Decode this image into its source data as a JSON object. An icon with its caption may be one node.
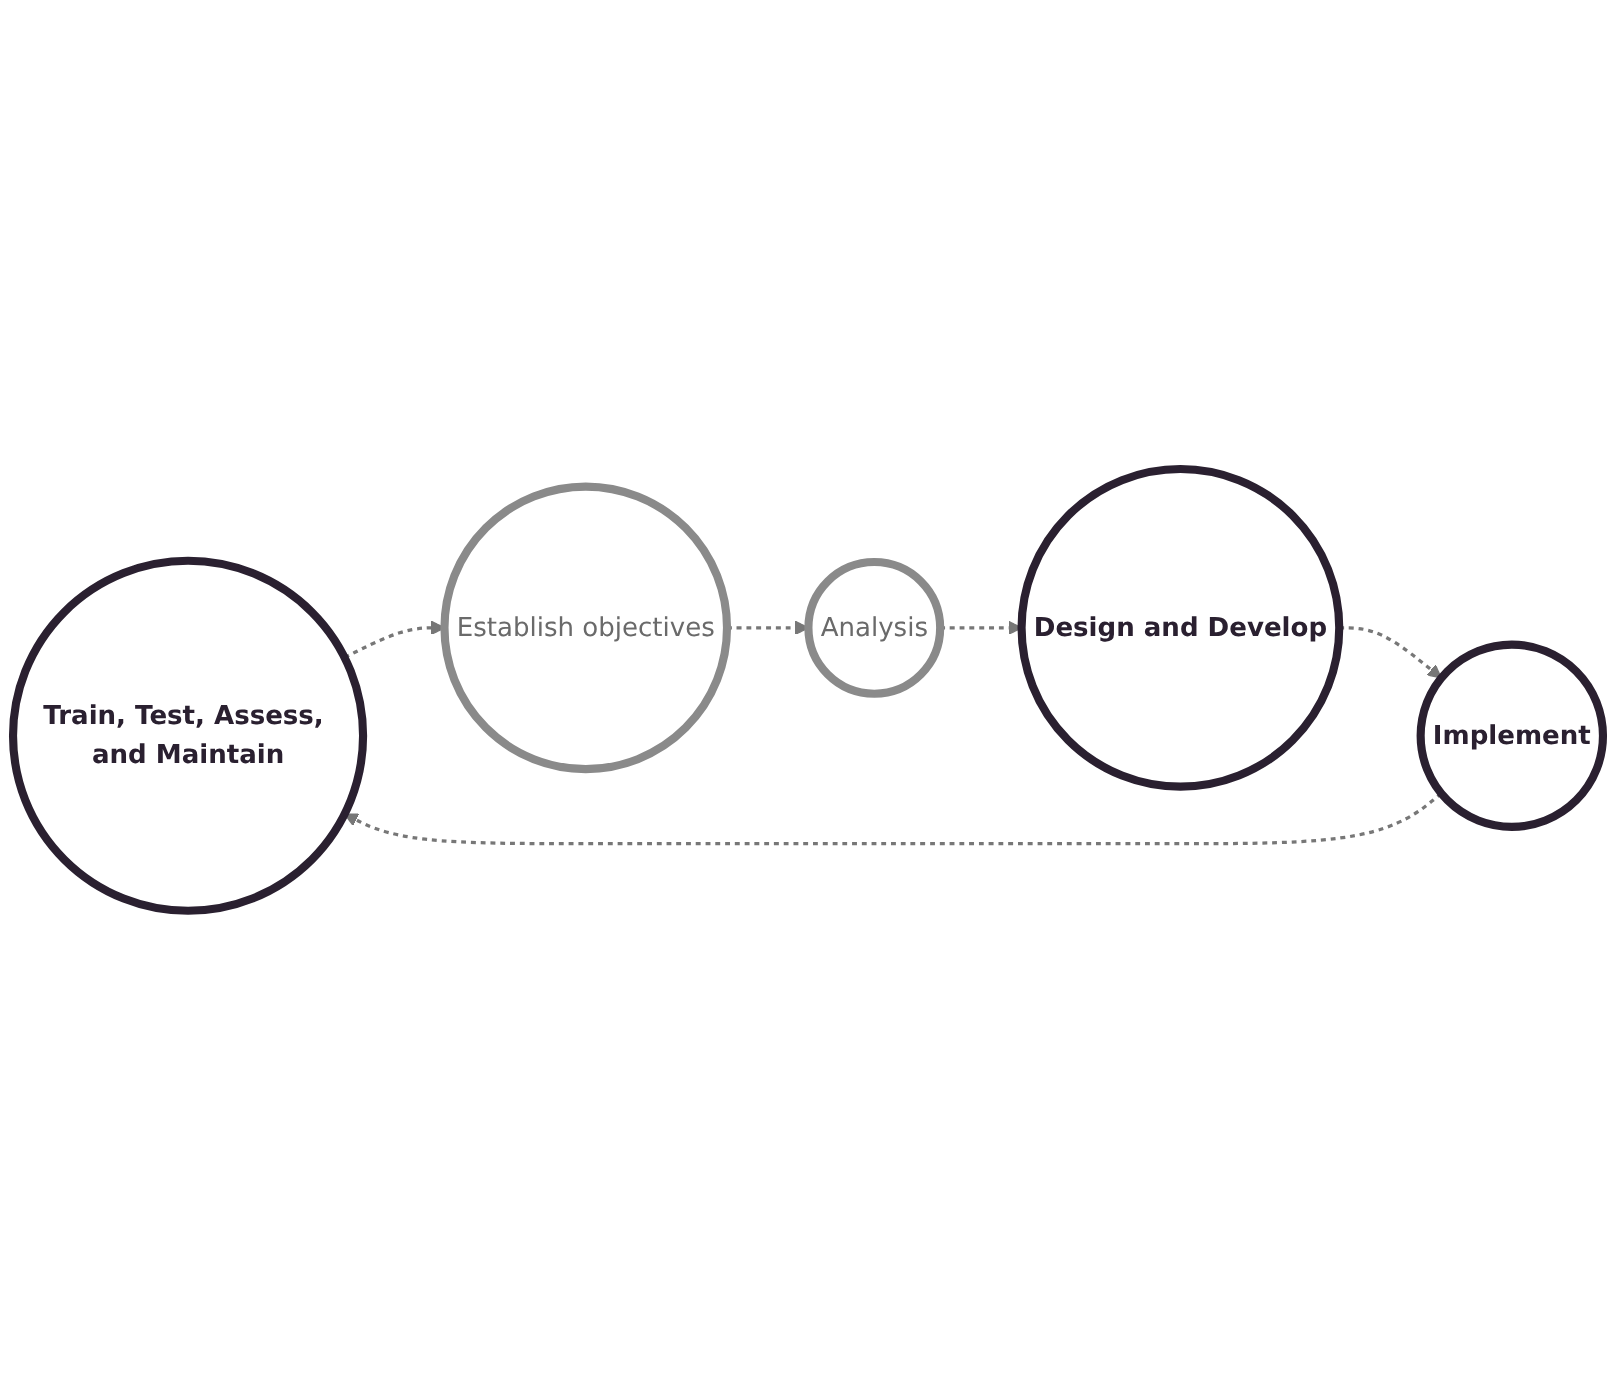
{
  "diagram": {
    "nodes": [
      {
        "text": [
          "Train, Test, Assess, and Maintain"
        ]
      },
      {
        "text": [
          "Establish objectives"
        ]
      },
      {
        "text": [
          "Analysis"
        ]
      },
      {
        "text": [
          "Design and Develop"
        ]
      },
      {
        "text": [
          "Implement"
        ]
      }
    ],
    "edges": [
      {
        "from": 0,
        "to": 1,
        "arrow": "to",
        "style": "dashed"
      },
      {
        "from": 1,
        "to": 2,
        "arrow": "to",
        "style": "dashed"
      },
      {
        "from": 2,
        "to": 3,
        "arrow": "to",
        "style": "dashed"
      },
      {
        "from": 3,
        "to": 4,
        "arrow": "to",
        "style": "dashed"
      },
      {
        "from": 4,
        "to": 0,
        "arrow": "to",
        "style": "dashed"
      }
    ]
  }
}
